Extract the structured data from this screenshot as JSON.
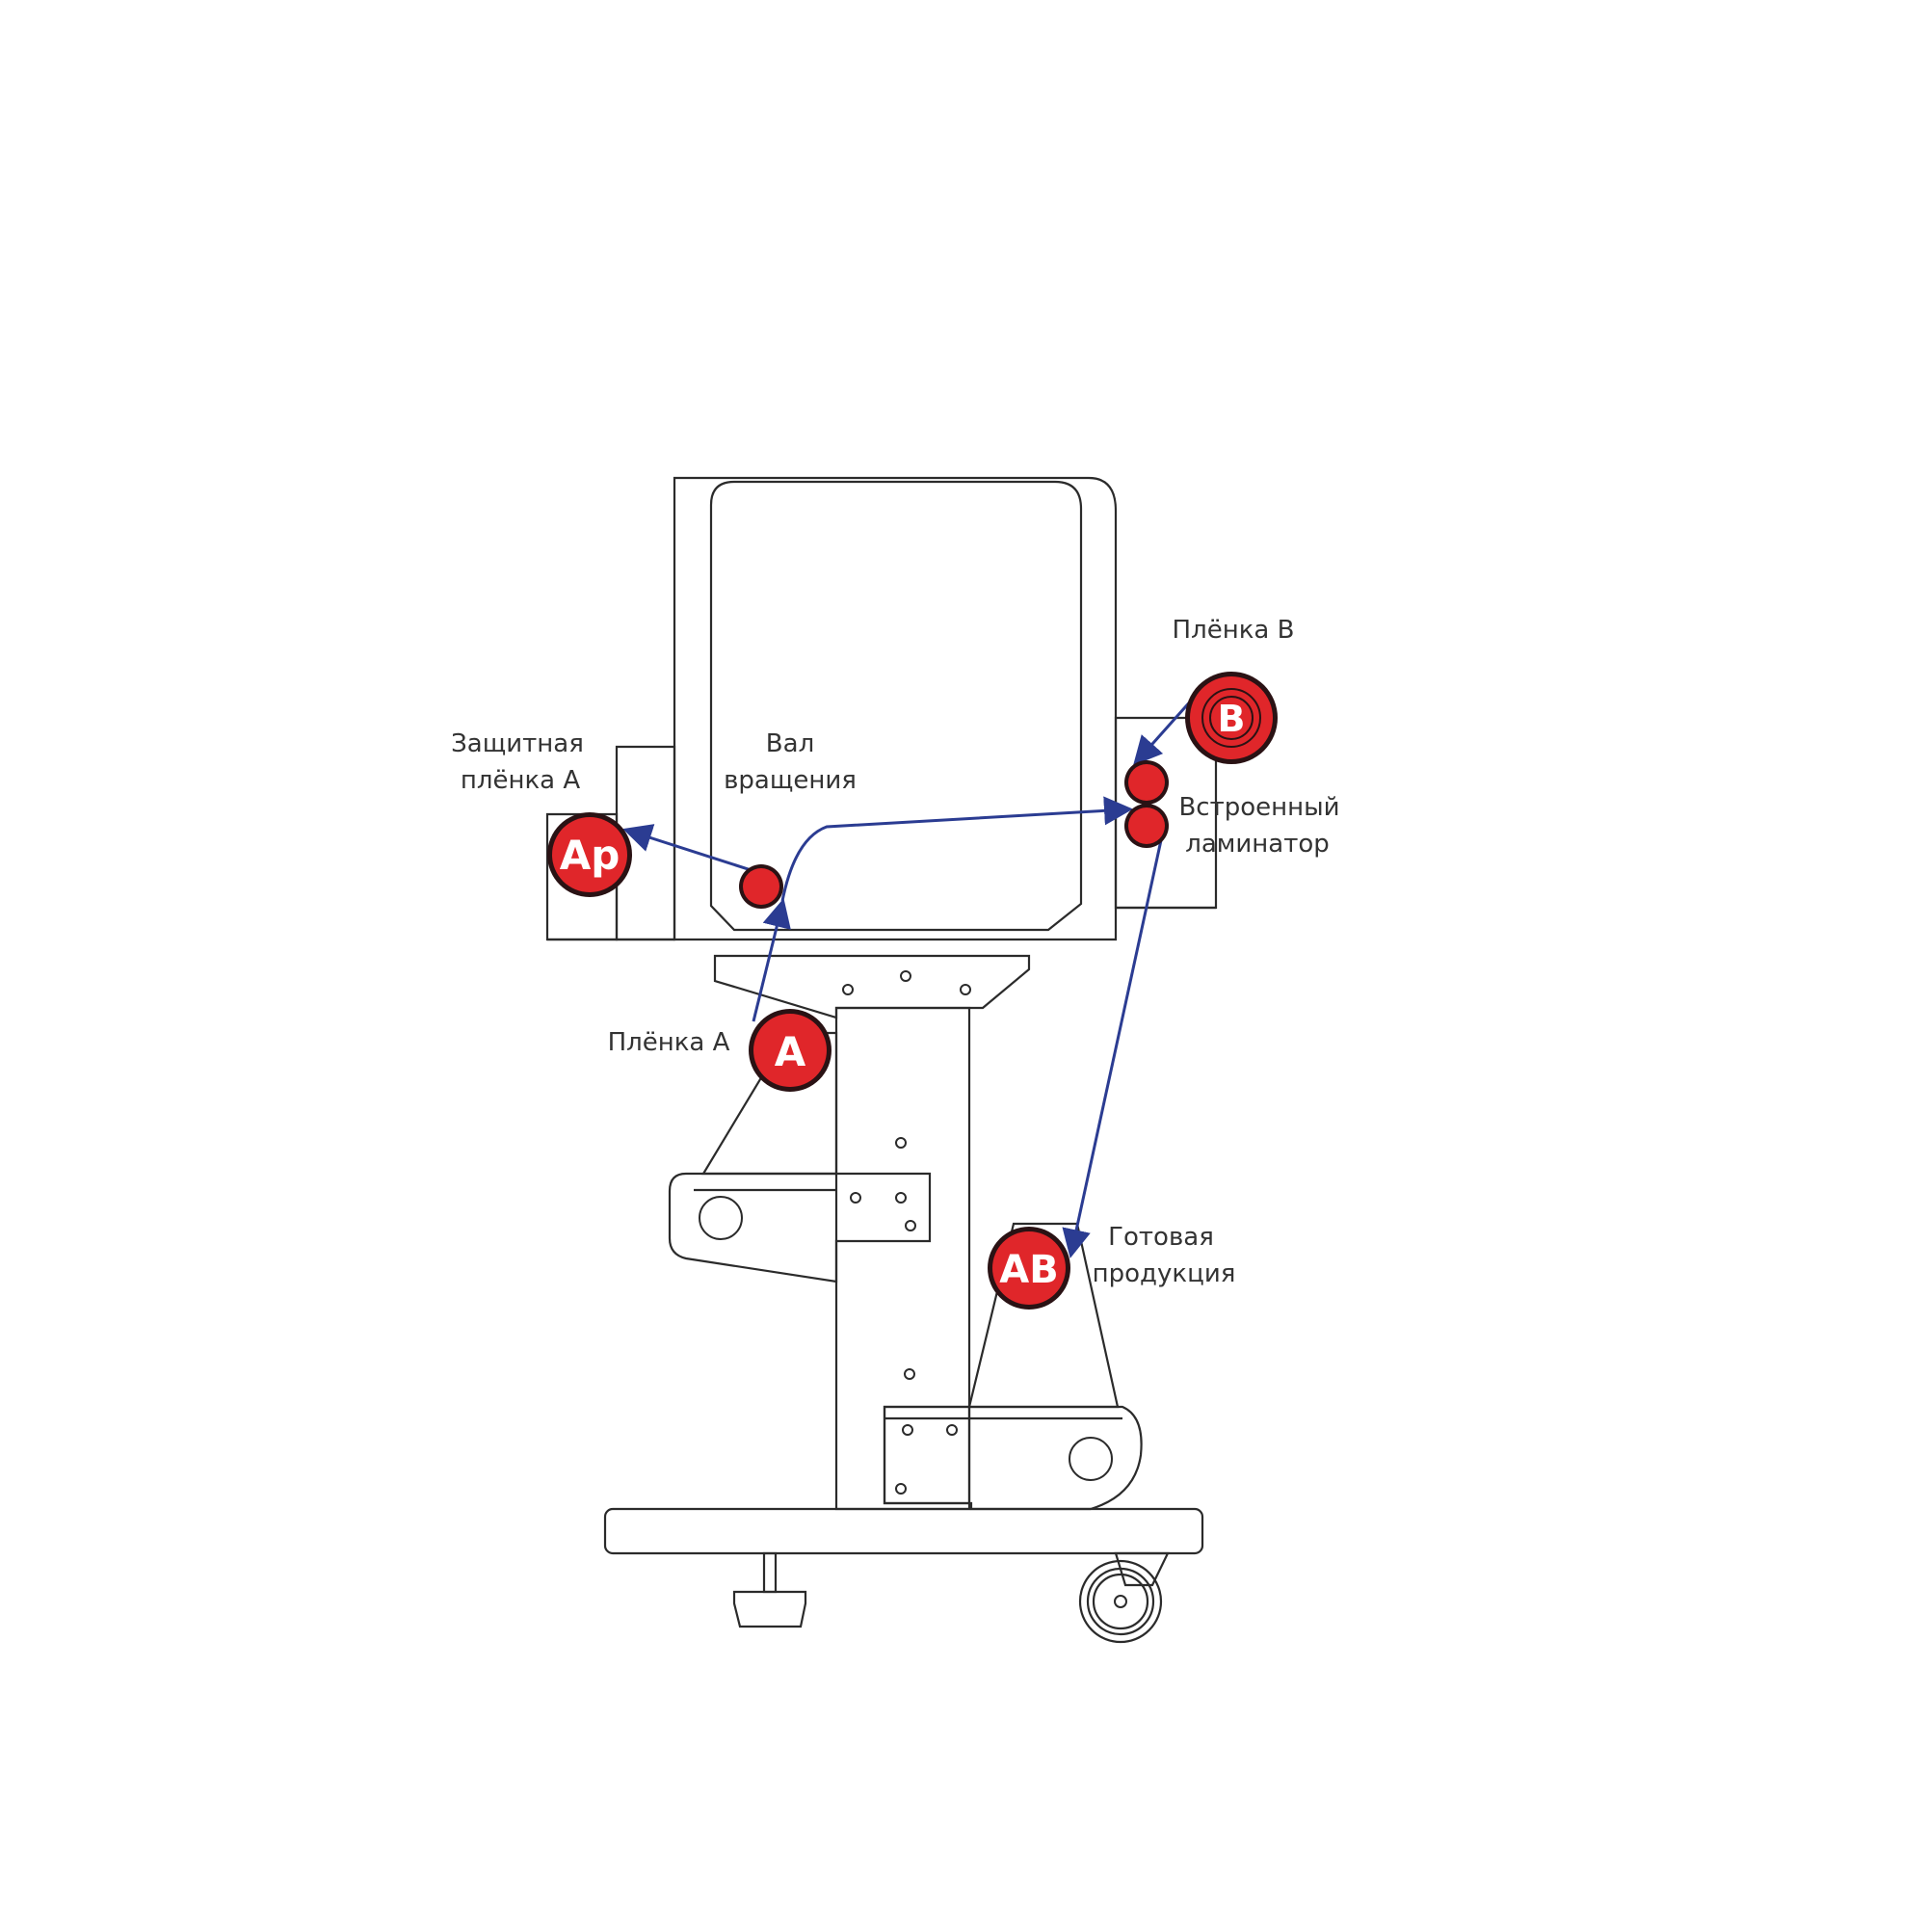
{
  "colors": {
    "roll_red": "#e0262a",
    "roll_dark": "#2a1214",
    "flow_blue": "#2b3c92",
    "line": "#2b2b2b",
    "label": "#333333"
  },
  "labels": {
    "protective_film_a_line1": "Защитная",
    "protective_film_a_line2": "плёнка A",
    "rotation_shaft_line1": "Вал",
    "rotation_shaft_line2": "вращения",
    "film_b": "Плёнка B",
    "laminator_line1": "Встроенный",
    "laminator_line2": "ламинатор",
    "film_a": "Плёнка A",
    "finished_line1": "Готовая",
    "finished_line2": "продукция"
  },
  "badges": {
    "ap": "Ap",
    "b": "B",
    "a": "A",
    "ab": "AB"
  }
}
